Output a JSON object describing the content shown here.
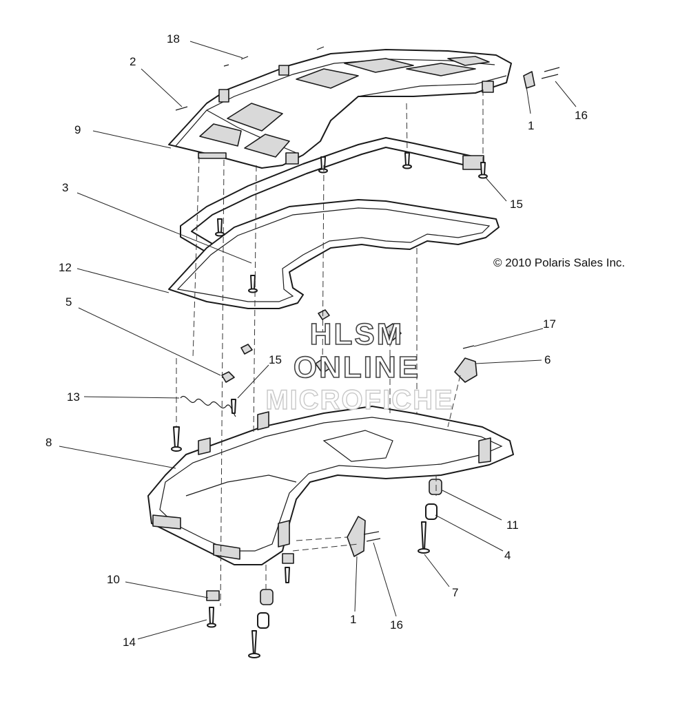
{
  "copyright": "© 2010 Polaris Sales Inc.",
  "watermark": {
    "line1": "HLSM",
    "line2": "ONLINE",
    "line3": "MICROFICHE"
  },
  "callouts": {
    "c18": "18",
    "c2": "2",
    "c9": "9",
    "c1a": "1",
    "c16a": "16",
    "c3": "3",
    "c15a": "15",
    "c12": "12",
    "c5": "5",
    "c15b": "15",
    "c17": "17",
    "c6": "6",
    "c13": "13",
    "c8": "8",
    "c11": "11",
    "c4": "4",
    "c7": "7",
    "c10": "10",
    "c14": "14",
    "c1b": "1",
    "c16b": "16"
  }
}
